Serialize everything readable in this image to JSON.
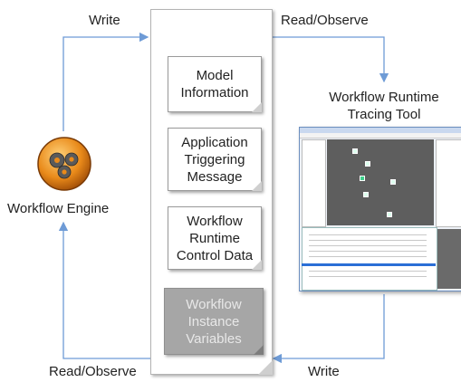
{
  "labels": {
    "write_top": "Write",
    "read_observe_top": "Read/Observe",
    "read_observe_bottom": "Read/Observe",
    "write_bottom": "Write",
    "workflow_engine": "Workflow Engine",
    "tracing_tool_line1": "Workflow Runtime",
    "tracing_tool_line2": "Tracing Tool"
  },
  "documents": [
    {
      "lines": [
        "Model",
        "Information"
      ]
    },
    {
      "lines": [
        "Application",
        "Triggering",
        "Message"
      ]
    },
    {
      "lines": [
        "Workflow",
        "Runtime",
        "Control Data"
      ]
    },
    {
      "lines": [
        "Workflow",
        "Instance",
        "Variables"
      ]
    }
  ],
  "colors": {
    "arrow": "#6e9bd6",
    "gear_orange": "#e98a1a",
    "gear_grey": "#5a5a5a",
    "highlight_doc": "#a6a6a6"
  },
  "icons": {
    "engine": "gears-icon"
  }
}
